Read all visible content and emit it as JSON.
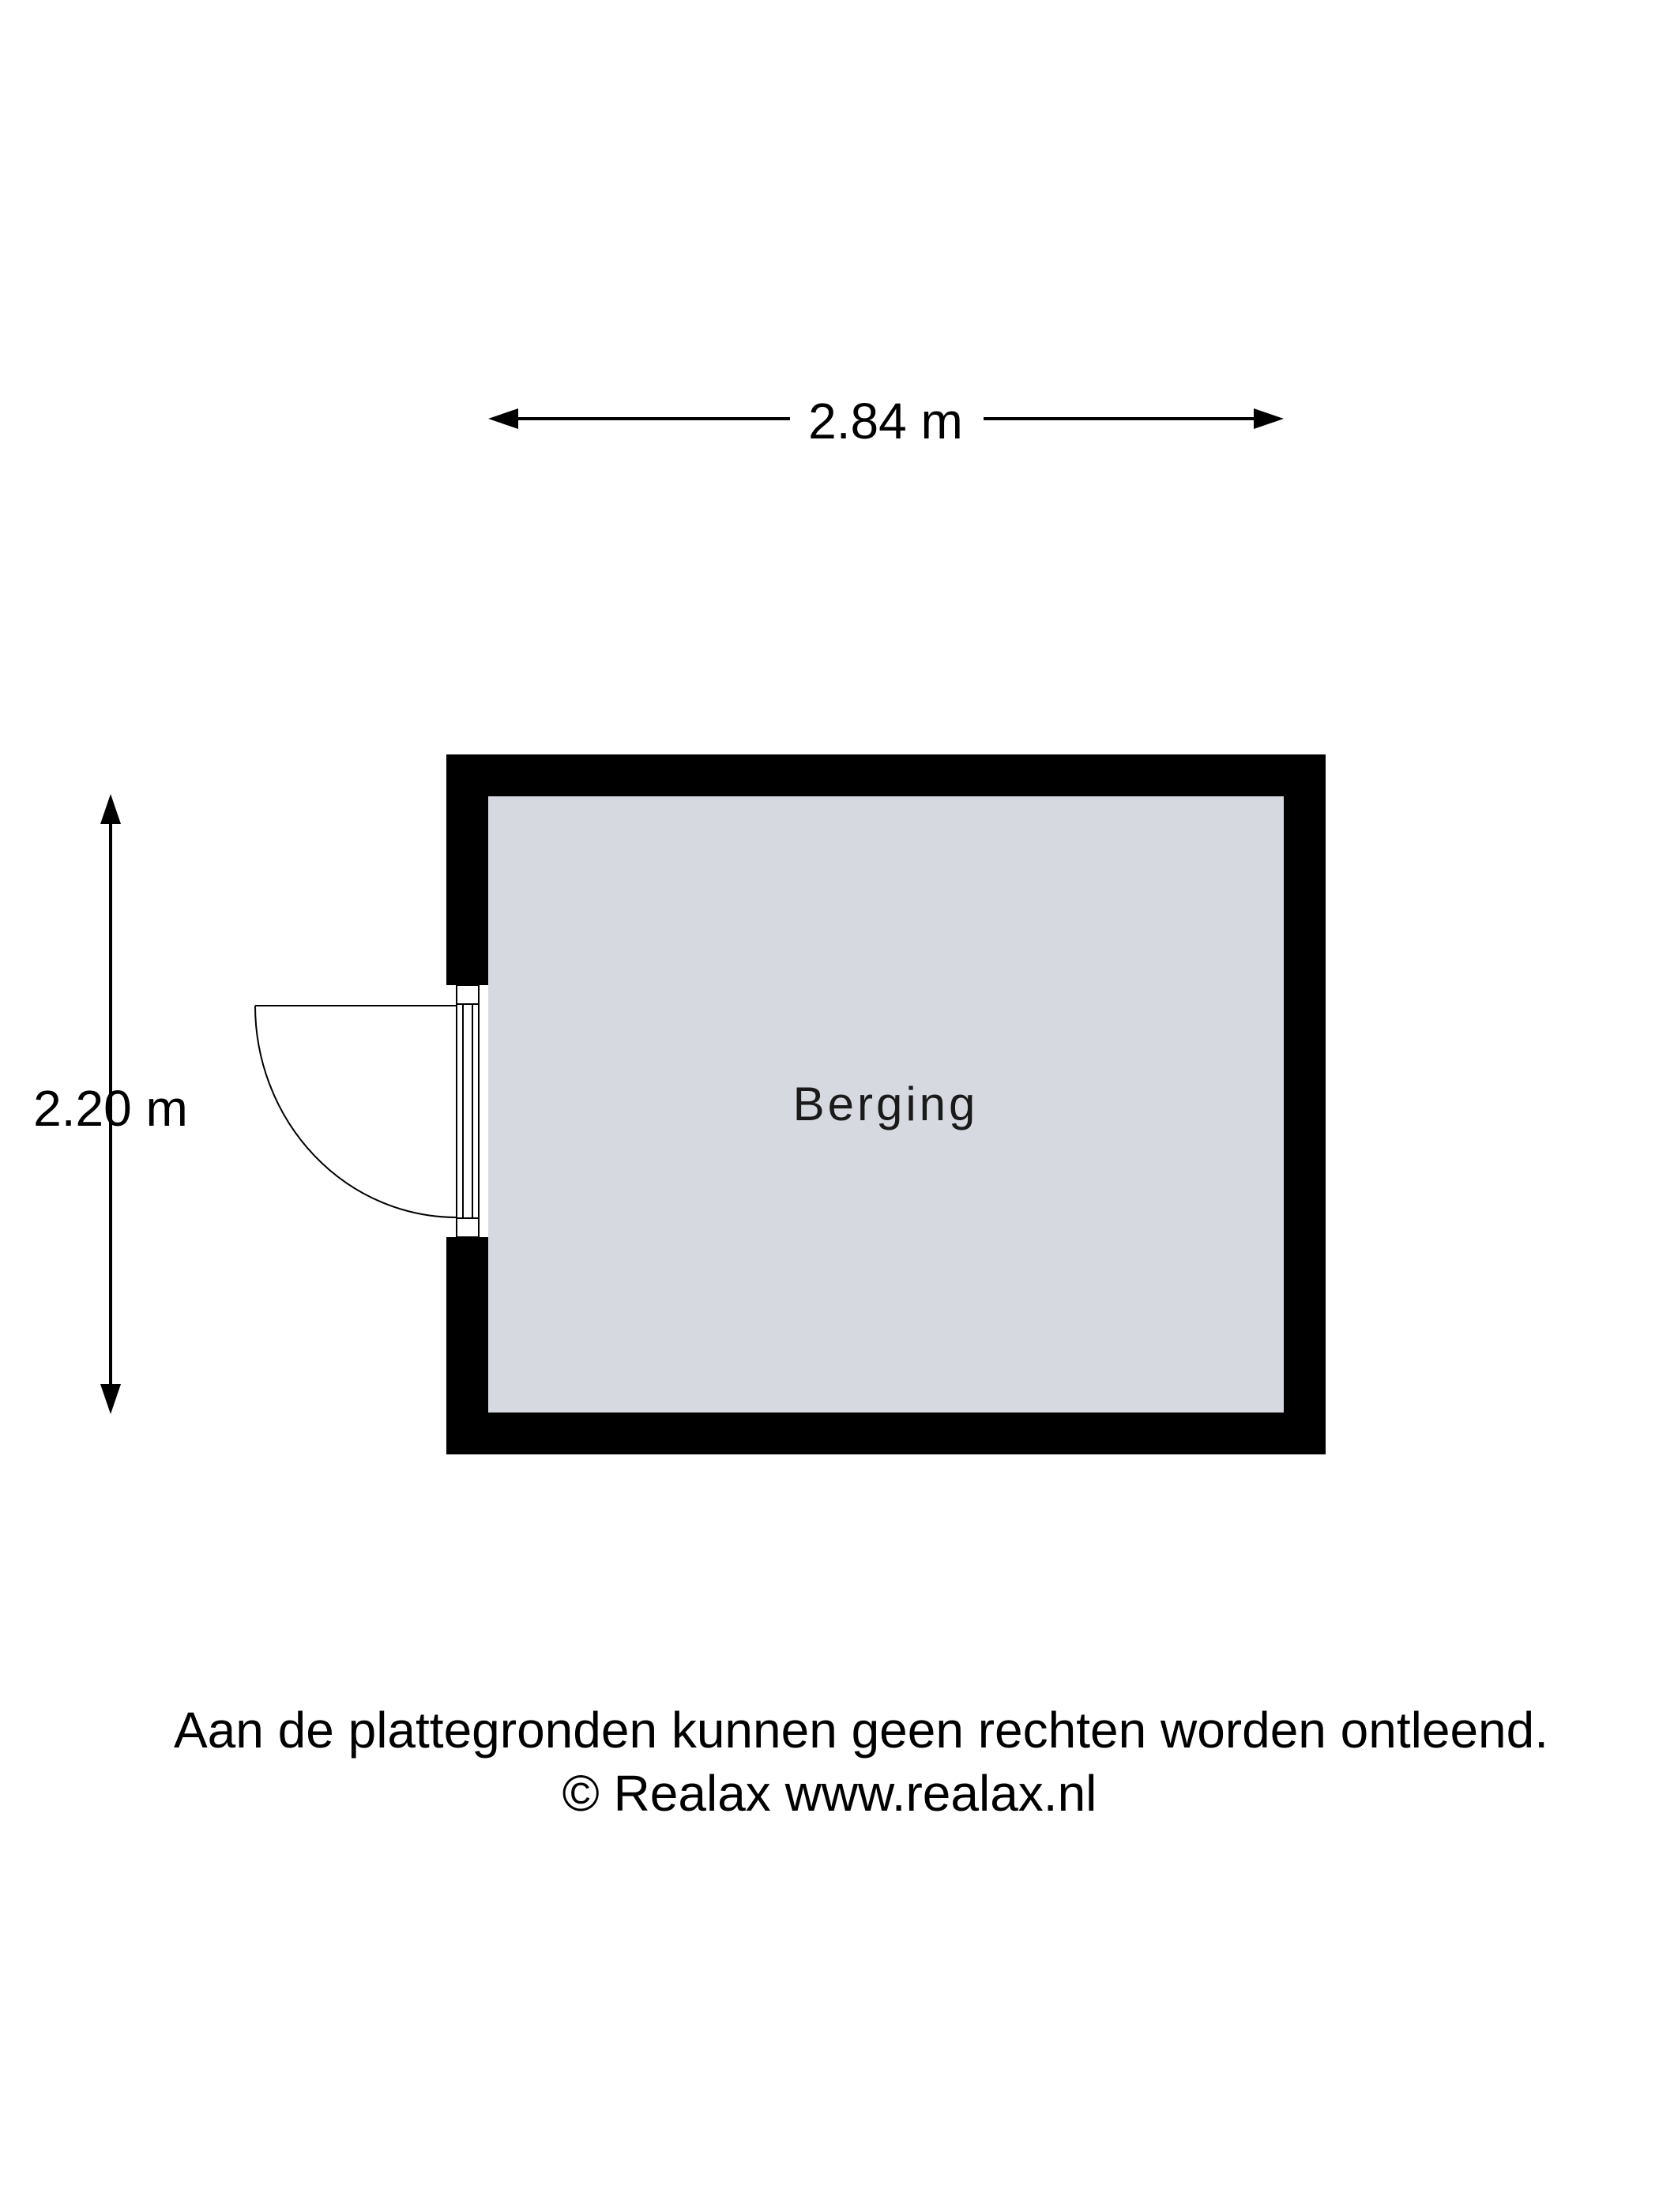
{
  "dimensions": {
    "width_label": "2.84 m",
    "height_label": "2.20 m"
  },
  "room": {
    "name": "Berging"
  },
  "footer": {
    "disclaimer": "Aan de plattegronden kunnen geen rechten worden ontleend.",
    "copyright": "© Realax www.realax.nl"
  },
  "colors": {
    "wall": "#000000",
    "floor": "#d6dae0",
    "background": "#ffffff"
  }
}
